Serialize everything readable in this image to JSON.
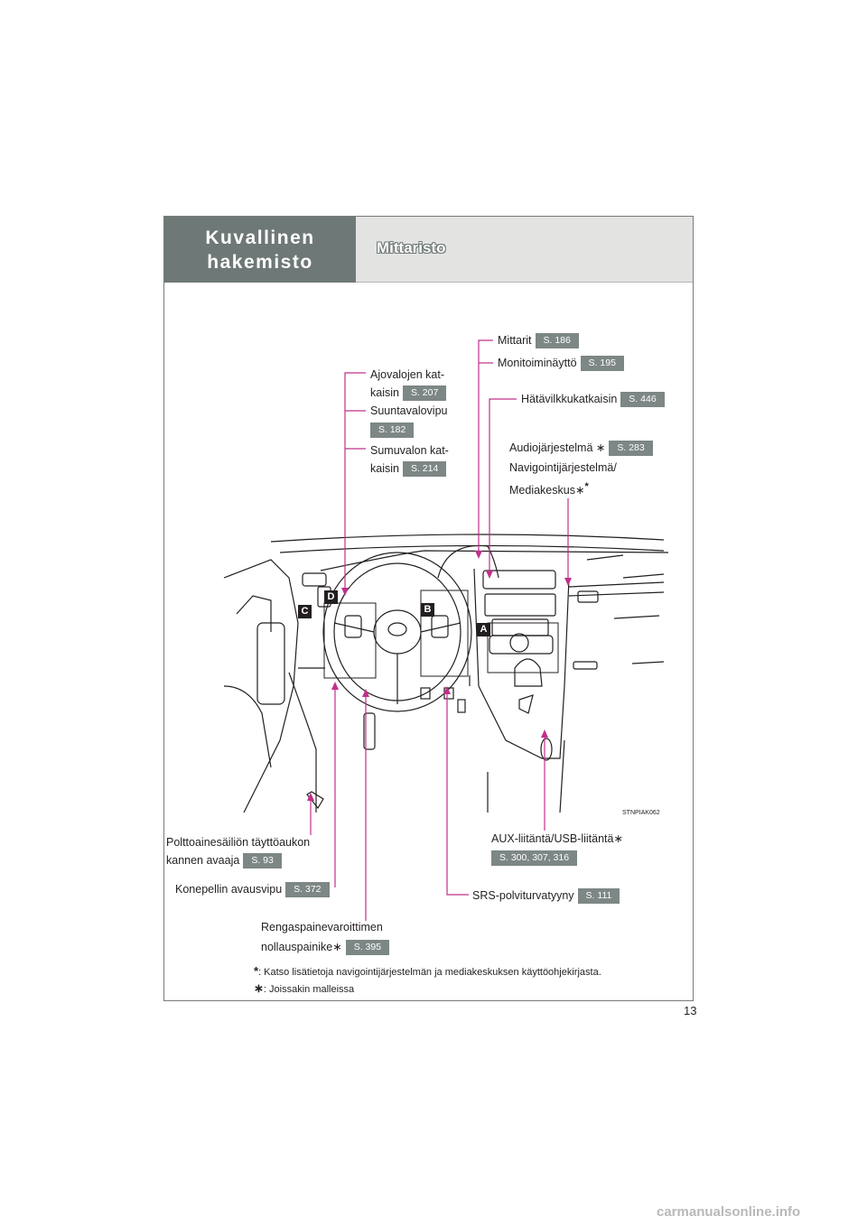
{
  "header": {
    "section": "Kuvallinen\nhakemisto",
    "title": "Mittaristo"
  },
  "labels": {
    "mittarit": "Mittarit",
    "mittarit_ref": "S. 186",
    "monitoimi": "Monitoiminäyttö",
    "monitoimi_ref": "S. 195",
    "hata": "Hätävilkkukatkaisin",
    "hata_ref": "S. 446",
    "ajovalo_1": "Ajovalojen kat-",
    "ajovalo_2": "kaisin",
    "ajovalo_ref": "S. 207",
    "suunta": "Suuntavalovipu",
    "suunta_ref": "S. 182",
    "sumu_1": "Sumuvalon kat-",
    "sumu_2": "kaisin",
    "sumu_ref": "S. 214",
    "audio_1": "Audiojärjestelmä ∗",
    "audio_ref": "S. 283",
    "audio_2": "Navigointijärjestelmä/",
    "audio_3": "Mediakeskus∗",
    "poltto_1": "Polttoainesäiliön täyttöaukon",
    "poltto_2": "kannen avaaja",
    "poltto_ref": "S. 93",
    "kone": "Konepellin avausvipu",
    "kone_ref": "S. 372",
    "aux": "AUX-liitäntä/USB-liitäntä∗",
    "aux_ref": "S. 300, 307, 316",
    "srs": "SRS-polviturvatyyny",
    "srs_ref": "S. 111",
    "renga_1": "Rengaspainevaroittimen",
    "renga_2": "nollauspainike∗",
    "renga_ref": "S. 395"
  },
  "callouts": {
    "a": "A",
    "b": "B",
    "c": "C",
    "d": "D"
  },
  "image_code": "STNPIAK062",
  "footnotes": {
    "f1_mark": "*",
    "f1": ": Katso lisätietoja navigointijärjestelmän ja mediakeskuksen käyttöohjekirjasta.",
    "f2_mark": "∗",
    "f2": ": Joissakin malleissa"
  },
  "page_number": "13",
  "watermark": "carmanualsonline.info",
  "colors": {
    "header_dark": "#6e7876",
    "header_light": "#e3e4e2",
    "tag": "#7d8785",
    "leader": "#c0308a"
  }
}
